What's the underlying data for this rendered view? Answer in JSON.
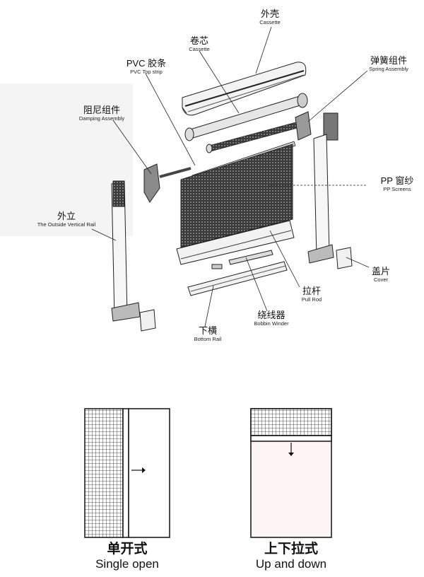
{
  "diagram": {
    "parts": [
      {
        "id": "cassette_shell",
        "cn": "外壳",
        "en": "Cassette"
      },
      {
        "id": "cassette_core",
        "cn": "卷芯",
        "en": "Cassette"
      },
      {
        "id": "pvc_strip",
        "cn": "PVC 胶条",
        "en": "PVC Top strip"
      },
      {
        "id": "spring",
        "cn": "弹簧组件",
        "en": "Spring Assembly"
      },
      {
        "id": "damping",
        "cn": "阻尼组件",
        "en": "Damping Assembly"
      },
      {
        "id": "screen",
        "cn": "PP 窗纱",
        "en": "PP Screens"
      },
      {
        "id": "rail",
        "cn": "外立",
        "en": "The Outside Vertical Rail"
      },
      {
        "id": "cover",
        "cn": "盖片",
        "en": "Cover"
      },
      {
        "id": "pull_rod",
        "cn": "拉杆",
        "en": "Pull Rod"
      },
      {
        "id": "bobbin",
        "cn": "绕线器",
        "en": "Bobbin Winder"
      },
      {
        "id": "bottom_rail",
        "cn": "下横",
        "en": "Bottom Rail"
      }
    ]
  },
  "modes": [
    {
      "cn": "单开式",
      "en": "Single open"
    },
    {
      "cn": "上下拉式",
      "en": "Up and down"
    }
  ]
}
